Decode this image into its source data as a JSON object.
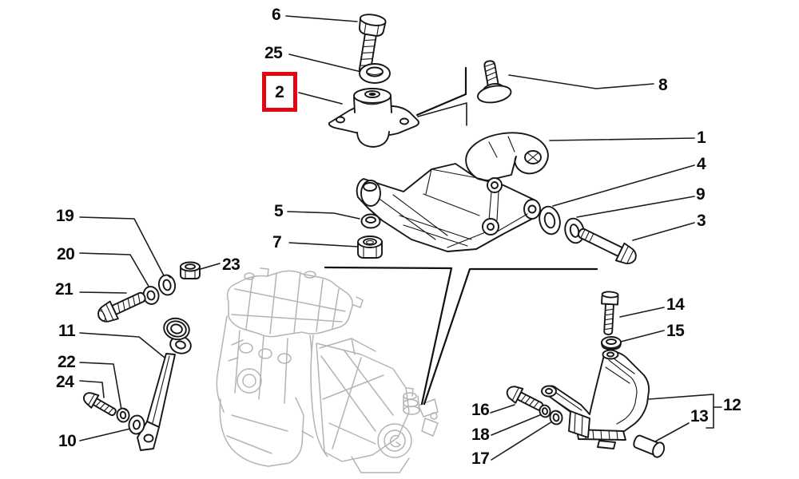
{
  "diagram": {
    "type": "exploded-parts-diagram",
    "subject": "engine-mounting-supports",
    "background": "#ffffff",
    "line_color": "#161616",
    "ghost_color": "#b4b4b4",
    "highlight_color": "#e30613",
    "selected_callout": "2"
  },
  "callouts": {
    "n1": {
      "label": "1",
      "part": "support-bracket"
    },
    "n2": {
      "label": "2",
      "part": "engine-mount",
      "selected": true
    },
    "n3": {
      "label": "3",
      "part": "hex-bolt"
    },
    "n4": {
      "label": "4",
      "part": "washer"
    },
    "n5": {
      "label": "5",
      "part": "washer"
    },
    "n6": {
      "label": "6",
      "part": "hex-bolt"
    },
    "n7": {
      "label": "7",
      "part": "hex-nut"
    },
    "n8": {
      "label": "8",
      "part": "flange-bolt"
    },
    "n9": {
      "label": "9",
      "part": "washer"
    },
    "n10": {
      "label": "10",
      "part": "washer"
    },
    "n11": {
      "label": "11",
      "part": "torque-rod"
    },
    "n12": {
      "label": "12",
      "part": "clamp-bracket-assembly"
    },
    "n13": {
      "label": "13",
      "part": "pin"
    },
    "n14": {
      "label": "14",
      "part": "hex-bolt"
    },
    "n15": {
      "label": "15",
      "part": "washer"
    },
    "n16": {
      "label": "16",
      "part": "hex-bolt"
    },
    "n17": {
      "label": "17",
      "part": "spring-washer"
    },
    "n18": {
      "label": "18",
      "part": "washer"
    },
    "n19": {
      "label": "19",
      "part": "spring-washer"
    },
    "n20": {
      "label": "20",
      "part": "washer"
    },
    "n21": {
      "label": "21",
      "part": "hex-bolt"
    },
    "n22": {
      "label": "22",
      "part": "spring-washer"
    },
    "n23": {
      "label": "23",
      "part": "hex-nut"
    },
    "n24": {
      "label": "24",
      "part": "hex-bolt"
    },
    "n25": {
      "label": "25",
      "part": "washer"
    }
  }
}
